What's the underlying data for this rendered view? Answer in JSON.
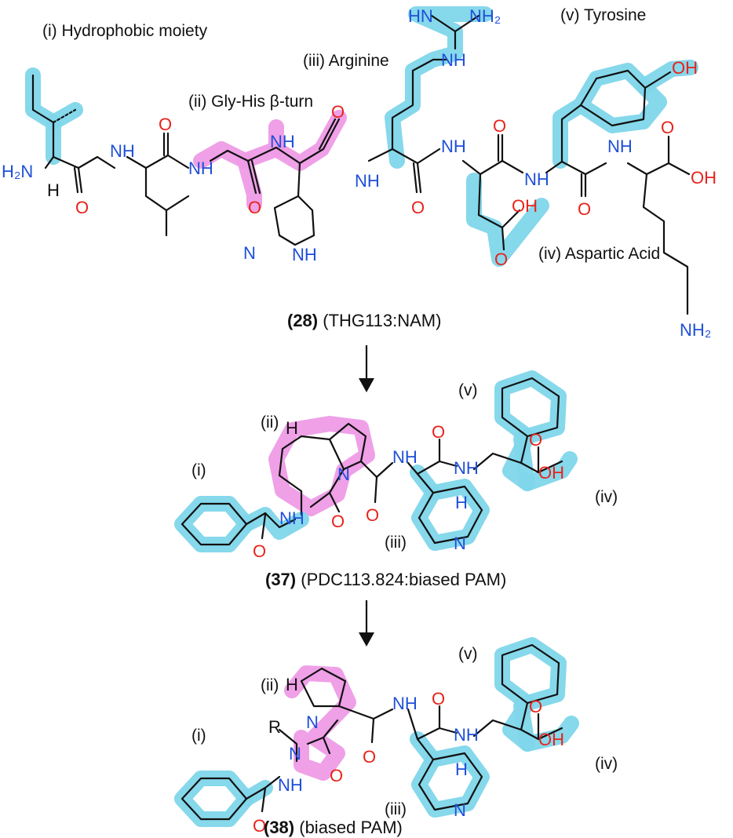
{
  "colors": {
    "highlight_cyan": "#7fd6ea",
    "highlight_magenta": "#ee9be6",
    "nitrogen": "#1f4fd8",
    "oxygen": "#e8231b",
    "carbon": "#111111"
  },
  "labels": {
    "hydrophobic": "(i) Hydrophobic moiety",
    "glyhis": "(ii) Gly-His β-turn",
    "arginine": "(iii) Arginine",
    "aspartic": "(iv) Aspartic Acid",
    "tyrosine": "(v) Tyrosine",
    "i": "(i)",
    "ii": "(ii)",
    "iii": "(iii)",
    "iv": "(iv)",
    "v": "(v)"
  },
  "captions": {
    "c28_num": "(28)",
    "c28_text": "(THG113:NAM)",
    "c37_num": "(37)",
    "c37_text": "(PDC113.824:biased PAM)",
    "c38_num": "(38)",
    "c38_text": "(biased PAM)"
  },
  "atoms": {
    "H2N": "H₂N",
    "NH2": "NH₂",
    "NH": "NH",
    "HN": "HN",
    "H": "H",
    "N": "N",
    "O": "O",
    "OH": "OH",
    "R": "R"
  }
}
